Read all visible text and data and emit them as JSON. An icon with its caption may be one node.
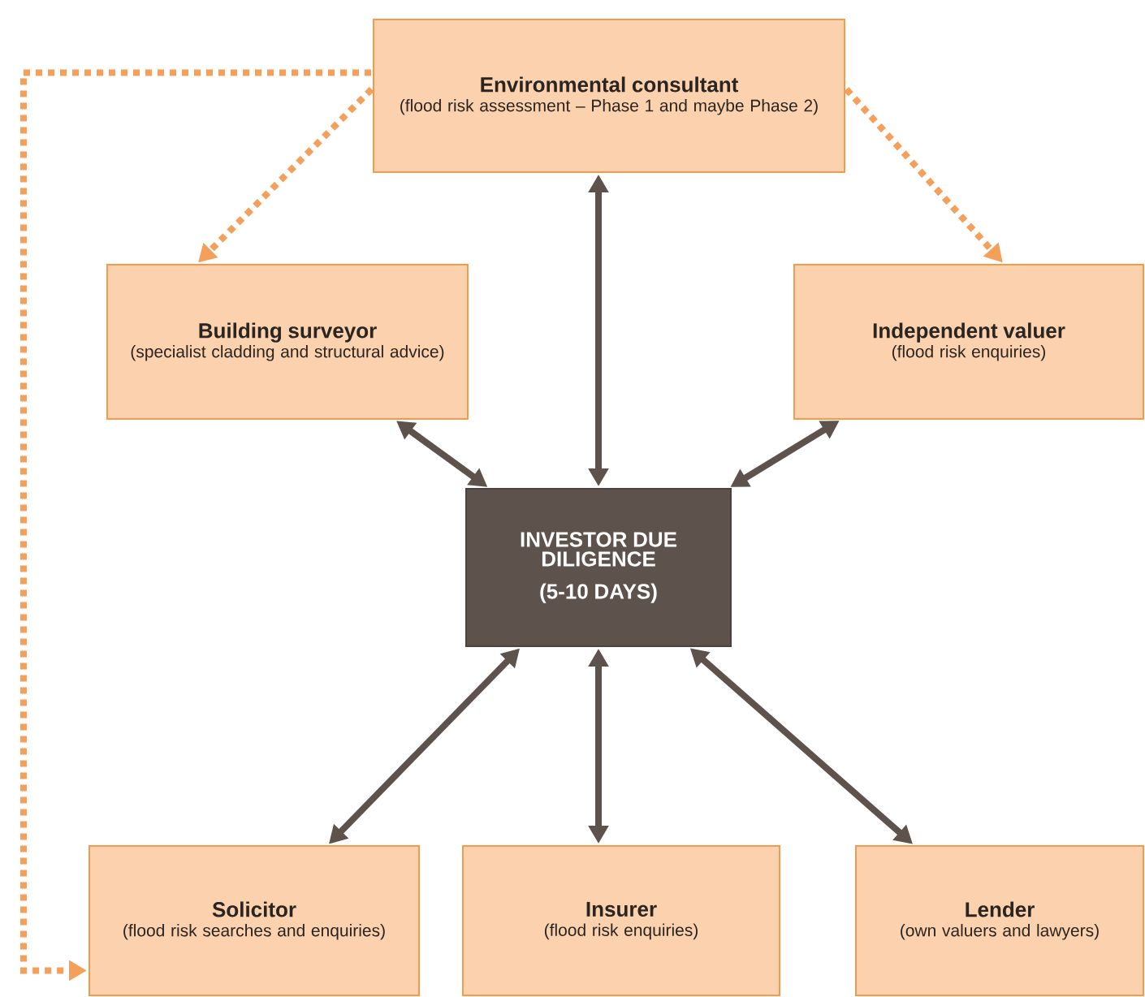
{
  "diagram": {
    "nodes": [
      {
        "text": [
          "Environmental consultant",
          "(flood risk assessment – Phase 1 and maybe Phase 2)"
        ]
      },
      {
        "text": [
          "Building surveyor",
          "(specialist cladding and structural advice)"
        ]
      },
      {
        "text": [
          "Independent valuer",
          "(flood risk enquiries)"
        ]
      },
      {
        "text": [
          "INVESTOR DUE DILIGENCE",
          "(5-10 DAYS)"
        ]
      },
      {
        "text": [
          "Solicitor",
          "(flood risk searches and enquiries)"
        ]
      },
      {
        "text": [
          "Insurer",
          "(flood risk enquiries)"
        ]
      },
      {
        "text": [
          "Lender",
          "(own valuers and lawyers)"
        ]
      }
    ],
    "edges": [
      {
        "from": 0,
        "to": 1,
        "arrow": "to",
        "style": "dashed",
        "color": "#f5a05a"
      },
      {
        "from": 0,
        "to": 2,
        "arrow": "to",
        "style": "dashed",
        "color": "#f5a05a"
      },
      {
        "from": 0,
        "to": 4,
        "arrow": "to",
        "style": "dashed",
        "color": "#f5a05a"
      },
      {
        "from": 0,
        "to": 3,
        "arrow": "both"
      },
      {
        "from": 1,
        "to": 3,
        "arrow": "both"
      },
      {
        "from": 2,
        "to": 3,
        "arrow": "both"
      },
      {
        "from": 4,
        "to": 3,
        "arrow": "both"
      },
      {
        "from": 5,
        "to": 3,
        "arrow": "both"
      },
      {
        "from": 6,
        "to": 3,
        "arrow": "both"
      }
    ]
  }
}
